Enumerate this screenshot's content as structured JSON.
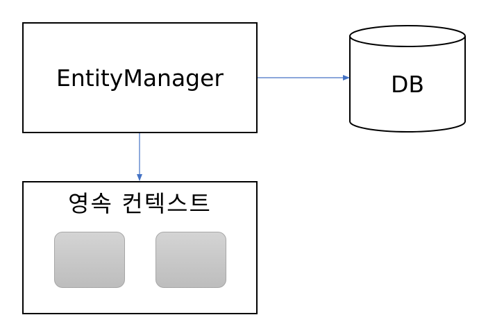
{
  "entity_manager": {
    "label": "EntityManager"
  },
  "persistence_context": {
    "title": "영속 컨텍스트",
    "entity_count": 2
  },
  "database": {
    "label": "DB"
  },
  "colors": {
    "arrow": "#4472c4",
    "stroke": "#000000",
    "entity_fill": "#c8c8c8"
  }
}
